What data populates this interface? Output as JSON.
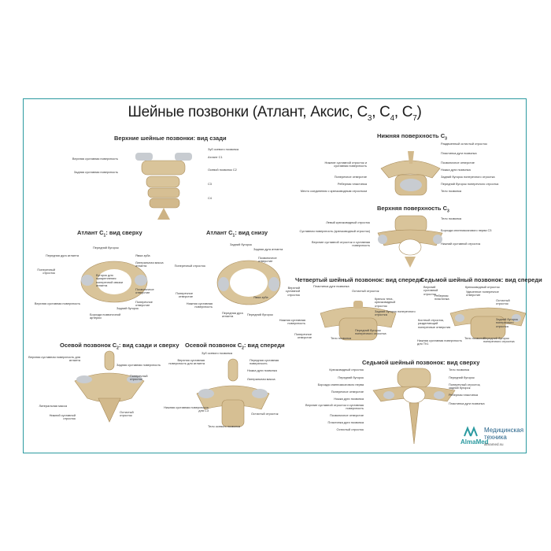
{
  "title_main": "Шейные позвонки (Атлант, Аксис, C",
  "title_subs": [
    "3",
    "4",
    "7"
  ],
  "sections": {
    "upper_back": "Верхние шейные позвонки: вид сзади",
    "atlas_top": "Атлант C",
    "atlas_top_tail": ": вид сверху",
    "atlas_bottom": "Атлант C",
    "atlas_bottom_tail": ": вид снизу",
    "axis_back_top": "Осевой позвонок C",
    "axis_back_top_tail": ": вид сзади и сверху",
    "axis_front": "Осевой позвонок C",
    "axis_front_tail": ": вид спереди",
    "c3_lower": "Нижняя поверхность C",
    "c3_upper": "Верхняя поверхность C",
    "c4_front": "Четвертый шейный позвонок: вид спереди",
    "c7_front": "Седьмой шейный позвонок: вид спереди",
    "c7_top": "Седьмой шейный позвонок: вид сверху"
  },
  "labels": {
    "ub_1": "Зуб осевого позвонка",
    "ub_2": "Атлант C1",
    "ub_3": "Осевой позвонок C2",
    "ub_4": "C3",
    "ub_5": "C4",
    "ub_l1": "Верхняя суставная поверхность",
    "ub_l2": "Задняя суставная поверхность",
    "at_1": "Передний бугорок",
    "at_2": "Передняя дуга атланта",
    "at_3": "Ямка зуба",
    "at_4": "Латеральная масса атланта",
    "at_5": "Бугорок для прикрепления поперечной связки атланта",
    "at_6": "Поперечный отросток",
    "at_7": "Позвоночное отверстие",
    "at_8": "Поперечное отверстие",
    "at_9": "Верхняя суставная поверхность",
    "at_10": "Задний бугорок",
    "at_11": "Борозда позвоночной артерии",
    "ab_1": "Задний бугорок",
    "ab_2": "Задняя дуга атланта",
    "ab_3": "Позвоночное отверстие",
    "ab_4": "Поперечный отросток",
    "ab_5": "Поперечное отверстие",
    "ab_6": "Нижняя суставная поверхность",
    "ab_7": "Ямка зуба",
    "ab_8": "Передняя дуга атланта",
    "ab_9": "Передний бугорок",
    "ax_1": "Верхняя суставная поверхность для атланта",
    "ax_2": "Задняя суставная поверхность",
    "ax_3": "Поперечный отросток",
    "ax_4": "Латеральная масса",
    "ax_5": "Нижний суставной отросток",
    "ax_6": "Остистый отросток",
    "af_1": "Зуб осевого позвонка",
    "af_2": "Верхняя суставная поверхность для атланта",
    "af_3": "Передняя суставная поверхность",
    "af_4": "Ножка дуги позвонка",
    "af_5": "Латеральная масса",
    "af_6": "Нижняя суставная поверхность для C3",
    "af_7": "Остистый отросток",
    "af_8": "Тело осевого позвонка",
    "cl_1": "Раздвоенный остистый отросток",
    "cl_2": "Пластинка дуги позвонка",
    "cl_3": "Нижние суставной отросток и суставная поверхность",
    "cl_4": "Позвоночное отверстие",
    "cl_5": "Ножка дуги позвонка",
    "cl_6": "Поперечное отверстие",
    "cl_7": "Задний бугорок поперечного отростка",
    "cl_8": "Реберная пластинка",
    "cl_9": "Передний бугорок поперечного отростка",
    "cl_10": "Место соединения с крючковидным отростком",
    "cl_11": "Тело позвонка",
    "cu_1": "Левый крючковидный отросток",
    "cu_2": "Тело позвонка",
    "cu_3": "Суставная поверхность (крючковидный отросток)",
    "cu_4": "Борозда спинномозгового нерва C3",
    "cu_5": "Верхние суставной отросток и суставная поверхность",
    "cu_6": "Нижний суставной отросток",
    "c4_1": "Пластинка дуги позвонка",
    "c4_2": "Остистый отросток",
    "c4_3": "Верхний суставной отросток",
    "c4_4": "Крючок тела, крючковидный отросток",
    "c4_5": "Задний бугорок поперечного отростка",
    "c4_6": "Нижняя суставная поверхность",
    "c4_7": "Поперечное отверстие",
    "c4_8": "Тело позвонка",
    "c4_9": "Передний бугорок поперечного отростка",
    "c7_1": "Верхний суставной отросток",
    "c7_2": "Реберная пластинка",
    "c7_3": "Крючковидный отросток",
    "c7_4": "Удвоенное поперечное отверстие",
    "c7_5": "Остистый отросток",
    "c7_6": "Задний бугорок поперечного отростка",
    "c7_7": "Костный отросток, разделяющий поперечные отверстия",
    "c7_8": "Нижняя суставная поверхность для Th1",
    "c7_9": "Тело позвонка",
    "c7_10": "Передний бугорок поперечного отростка",
    "ct_1": "Крючковидный отросток",
    "ct_2": "Передний бугорок",
    "ct_3": "Борозда спинномозгового нерва",
    "ct_4": "Поперечное отверстие",
    "ct_5": "Ножка дуги позвонка",
    "ct_6": "Верхние суставной отросток и суставная поверхность",
    "ct_7": "Позвоночное отверстие",
    "ct_8": "Пластинка дуги позвонка",
    "ct_9": "Остистый отросток",
    "ct_10": "Тело позвонка",
    "ct_11": "Передний бугорок",
    "ct_12": "Поперечный отросток, задний бугорок",
    "ct_13": "Реберная пластинка",
    "ct_14": "Пластинка дуги позвонка"
  },
  "logo": {
    "brand": "AlmaMed",
    "line1": "Медицинская",
    "line2": "техника",
    "url": "almamed.su"
  },
  "colors": {
    "frame": "#2b9aa0",
    "bone": "#d9c49a",
    "bone_dark": "#a88b5a",
    "cartilage": "#c8ccd1"
  }
}
